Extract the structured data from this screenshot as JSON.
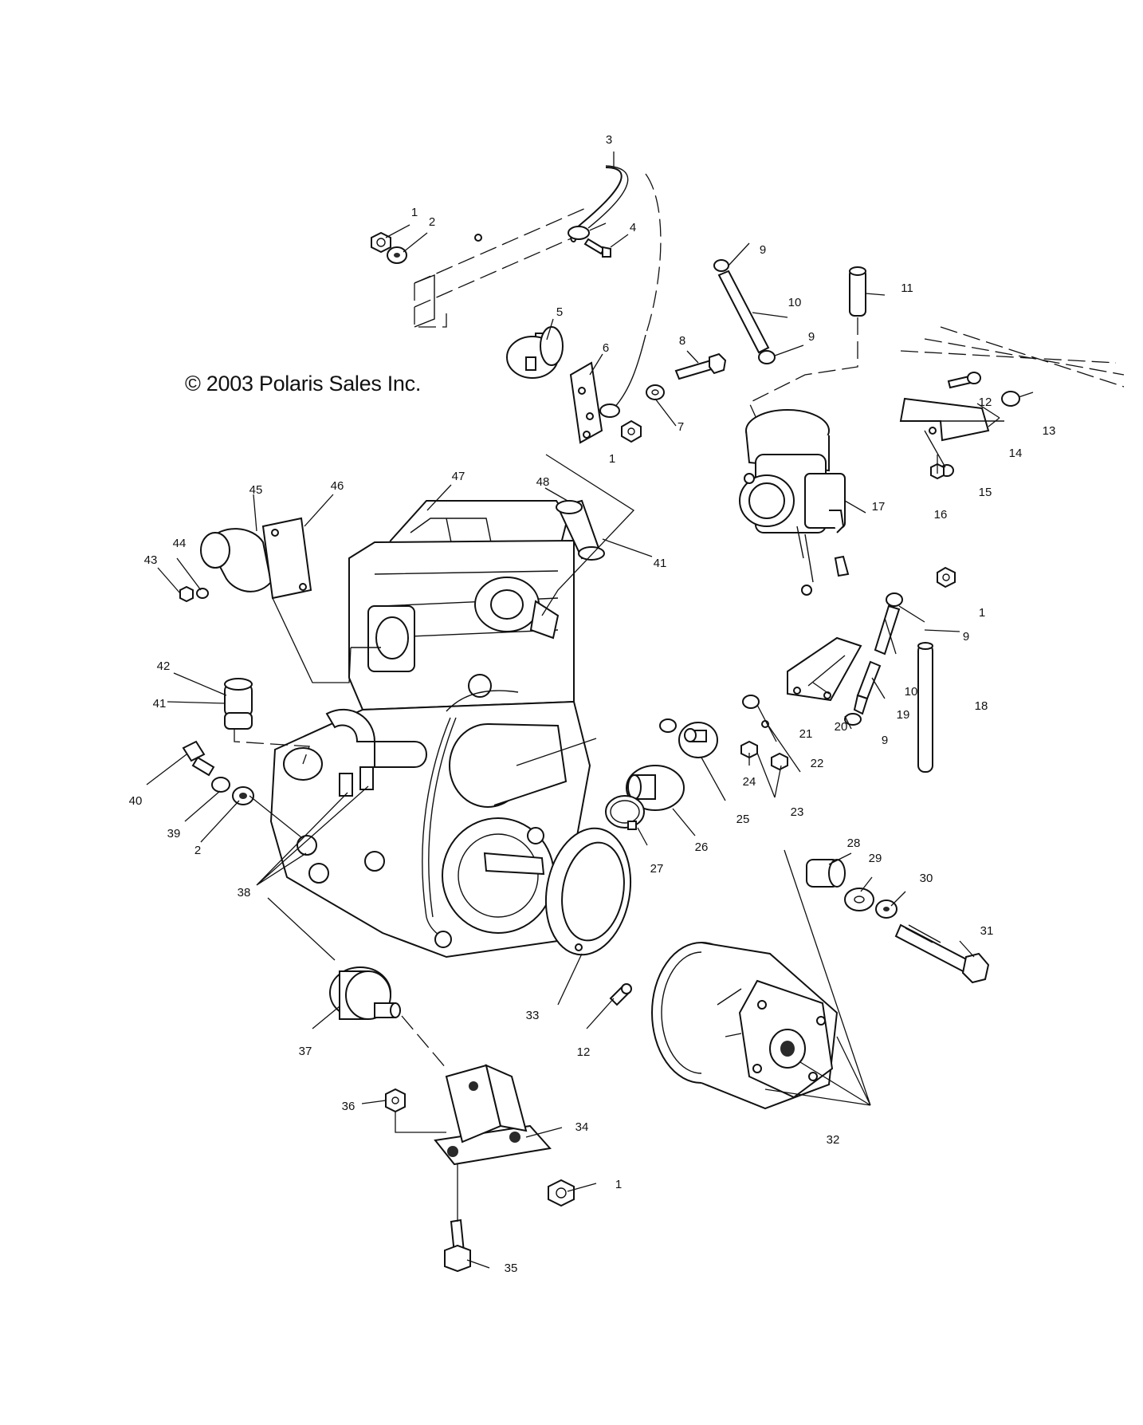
{
  "copyright_text": "© 2003 Polaris Sales Inc.",
  "callouts": [
    {
      "id": "c1a",
      "text": "1"
    },
    {
      "id": "c2a",
      "text": "2"
    },
    {
      "id": "c3",
      "text": "3"
    },
    {
      "id": "c4",
      "text": "4"
    },
    {
      "id": "c5",
      "text": "5"
    },
    {
      "id": "c6",
      "text": "6"
    },
    {
      "id": "c7",
      "text": "7"
    },
    {
      "id": "c8",
      "text": "8"
    },
    {
      "id": "c1b",
      "text": "1"
    },
    {
      "id": "c9a",
      "text": "9"
    },
    {
      "id": "c10a",
      "text": "10"
    },
    {
      "id": "c9b",
      "text": "9"
    },
    {
      "id": "c11",
      "text": "11"
    },
    {
      "id": "c12a",
      "text": "12"
    },
    {
      "id": "c13",
      "text": "13"
    },
    {
      "id": "c14",
      "text": "14"
    },
    {
      "id": "c15",
      "text": "15"
    },
    {
      "id": "c16",
      "text": "16"
    },
    {
      "id": "c17",
      "text": "17"
    },
    {
      "id": "c1c",
      "text": "1"
    },
    {
      "id": "c9c",
      "text": "9"
    },
    {
      "id": "c10b",
      "text": "10"
    },
    {
      "id": "c18",
      "text": "18"
    },
    {
      "id": "c19",
      "text": "19"
    },
    {
      "id": "c9d",
      "text": "9"
    },
    {
      "id": "c20",
      "text": "20"
    },
    {
      "id": "c21",
      "text": "21"
    },
    {
      "id": "c22",
      "text": "22"
    },
    {
      "id": "c23",
      "text": "23"
    },
    {
      "id": "c24",
      "text": "24"
    },
    {
      "id": "c25",
      "text": "25"
    },
    {
      "id": "c26",
      "text": "26"
    },
    {
      "id": "c27",
      "text": "27"
    },
    {
      "id": "c28",
      "text": "28"
    },
    {
      "id": "c29",
      "text": "29"
    },
    {
      "id": "c30",
      "text": "30"
    },
    {
      "id": "c31",
      "text": "31"
    },
    {
      "id": "c32",
      "text": "32"
    },
    {
      "id": "c33",
      "text": "33"
    },
    {
      "id": "c12b",
      "text": "12"
    },
    {
      "id": "c34",
      "text": "34"
    },
    {
      "id": "c1d",
      "text": "1"
    },
    {
      "id": "c35",
      "text": "35"
    },
    {
      "id": "c36",
      "text": "36"
    },
    {
      "id": "c37",
      "text": "37"
    },
    {
      "id": "c38",
      "text": "38"
    },
    {
      "id": "c39",
      "text": "39"
    },
    {
      "id": "c2b",
      "text": "2"
    },
    {
      "id": "c40",
      "text": "40"
    },
    {
      "id": "c41a",
      "text": "41"
    },
    {
      "id": "c42",
      "text": "42"
    },
    {
      "id": "c43",
      "text": "43"
    },
    {
      "id": "c44",
      "text": "44"
    },
    {
      "id": "c45",
      "text": "45"
    },
    {
      "id": "c46",
      "text": "46"
    },
    {
      "id": "c47",
      "text": "47"
    },
    {
      "id": "c48",
      "text": "48"
    },
    {
      "id": "c41b",
      "text": "41"
    }
  ]
}
